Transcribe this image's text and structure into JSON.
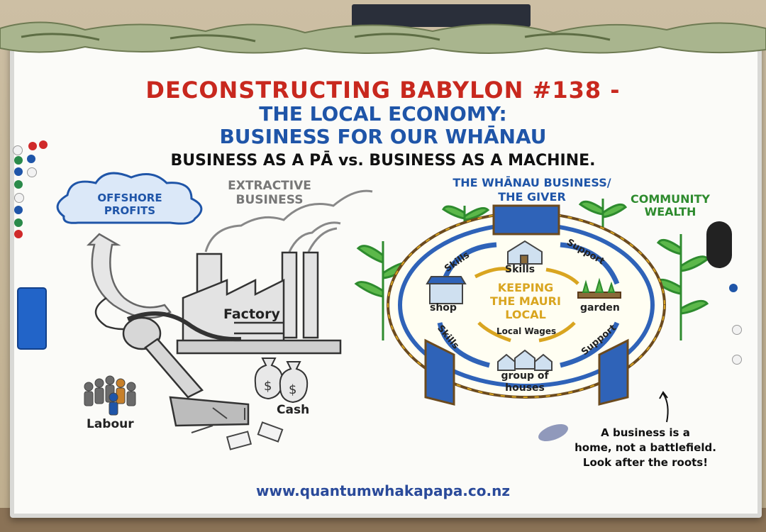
{
  "header": {
    "line1": "DECONSTRUCTING BABYLON #138 -",
    "line2": "THE LOCAL ECONOMY:",
    "line3": "BUSINESS FOR OUR WHĀNAU",
    "subtitle": "BUSINESS AS A PĀ  vs.  BUSINESS AS A MACHINE."
  },
  "left": {
    "cloud_line1": "OFFSHORE",
    "cloud_line2": "PROFITS",
    "heading_line1": "EXTRACTIVE",
    "heading_line2": "BUSINESS",
    "factory": "Factory",
    "cash": "Cash",
    "labour": "Labour"
  },
  "right": {
    "heading_line1": "THE WHĀNAU BUSINESS/",
    "heading_line2": "THE GIVER",
    "community_line1": "COMMUNITY",
    "community_line2": "WEALTH",
    "center_line1": "KEEPING",
    "center_line2": "THE MAURI",
    "center_line3": "LOCAL",
    "skills_top": "Skills",
    "skills_left": "Skills",
    "skills_lower_left": "Skills",
    "support_top": "Support",
    "support_bottom": "Support",
    "local_wages": "Local Wages",
    "shop": "shop",
    "garden": "garden",
    "houses_line1": "group of",
    "houses_line2": "houses"
  },
  "note": {
    "line1": "A business is a",
    "line2": "home, not a battlefield.",
    "line3": "Look after the roots!"
  },
  "footer": {
    "url": "www.quantumwhakapapa.co.nz"
  },
  "colors": {
    "red": "#c8281e",
    "blue": "#1f55a8",
    "green": "#2e8b2e",
    "gold": "#d9a520"
  },
  "icons": [
    "cloud-icon",
    "factory-icon",
    "vacuum-cleaner-icon",
    "money-bag-icon",
    "people-icon",
    "palisade-fence-icon",
    "fern-plant-icon",
    "house-icon",
    "shop-icon",
    "garden-icon"
  ]
}
